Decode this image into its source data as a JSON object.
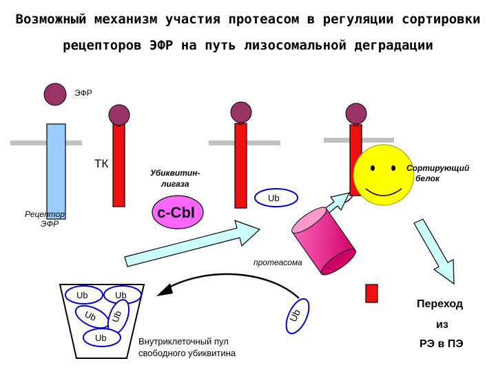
{
  "title": {
    "line1": "Возможный механизм участия протеасом в регуляции сортировки",
    "line2": "рецепторов ЭФР на путь лизосомальной деградации"
  },
  "labels": {
    "egf": "ЭФР",
    "tk": "ТК",
    "ubiquitin_ligase_1": "Убиквитин-",
    "ubiquitin_ligase_2": "лигаза",
    "receptor_1": "Рецептор",
    "receptor_2": "ЭФР",
    "sorting_protein_1": "Сортирующий",
    "sorting_protein_2": "белок",
    "ccbl": "c-Cbl",
    "ub": "Ub",
    "proteasome": "протеасома",
    "pool_1": "Внутриклеточный пул",
    "pool_2": "свободного убиквитина",
    "transition_1": "Переход",
    "transition_2": "из",
    "transition_3": "РЭ в ПЭ"
  },
  "colors": {
    "receptor_blue": "#99ccff",
    "receptor_red": "#ee1111",
    "egf_ball": "#993366",
    "membrane": "#c0c0c0",
    "ccbl_ellipse": "#ff66ff",
    "proteasome": "#ff3399",
    "smiley": "#ffff00",
    "arrow_fill": "#ccffff",
    "ub_border": "#0000cc"
  }
}
